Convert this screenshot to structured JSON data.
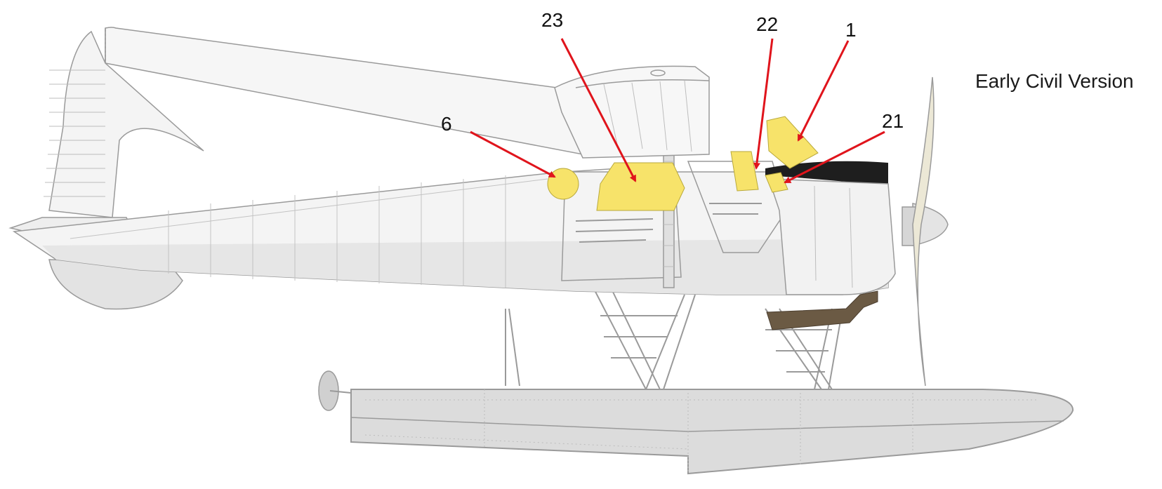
{
  "caption": "Early Civil Version",
  "callouts": [
    {
      "id": "23",
      "label": "23"
    },
    {
      "id": "22",
      "label": "22"
    },
    {
      "id": "1",
      "label": "1"
    },
    {
      "id": "21",
      "label": "21"
    },
    {
      "id": "6",
      "label": "6"
    }
  ],
  "colors": {
    "mask_fill": "#f7e36a",
    "arrow": "#e0141c",
    "line": "#9a9a9a",
    "body_light": "#f4f4f4",
    "body_shade": "#e6e6e6",
    "float": "#dcdcdc",
    "cowling_black": "#1e1e1e",
    "exhaust": "#6b5a44",
    "prop": "#ece8d6"
  }
}
